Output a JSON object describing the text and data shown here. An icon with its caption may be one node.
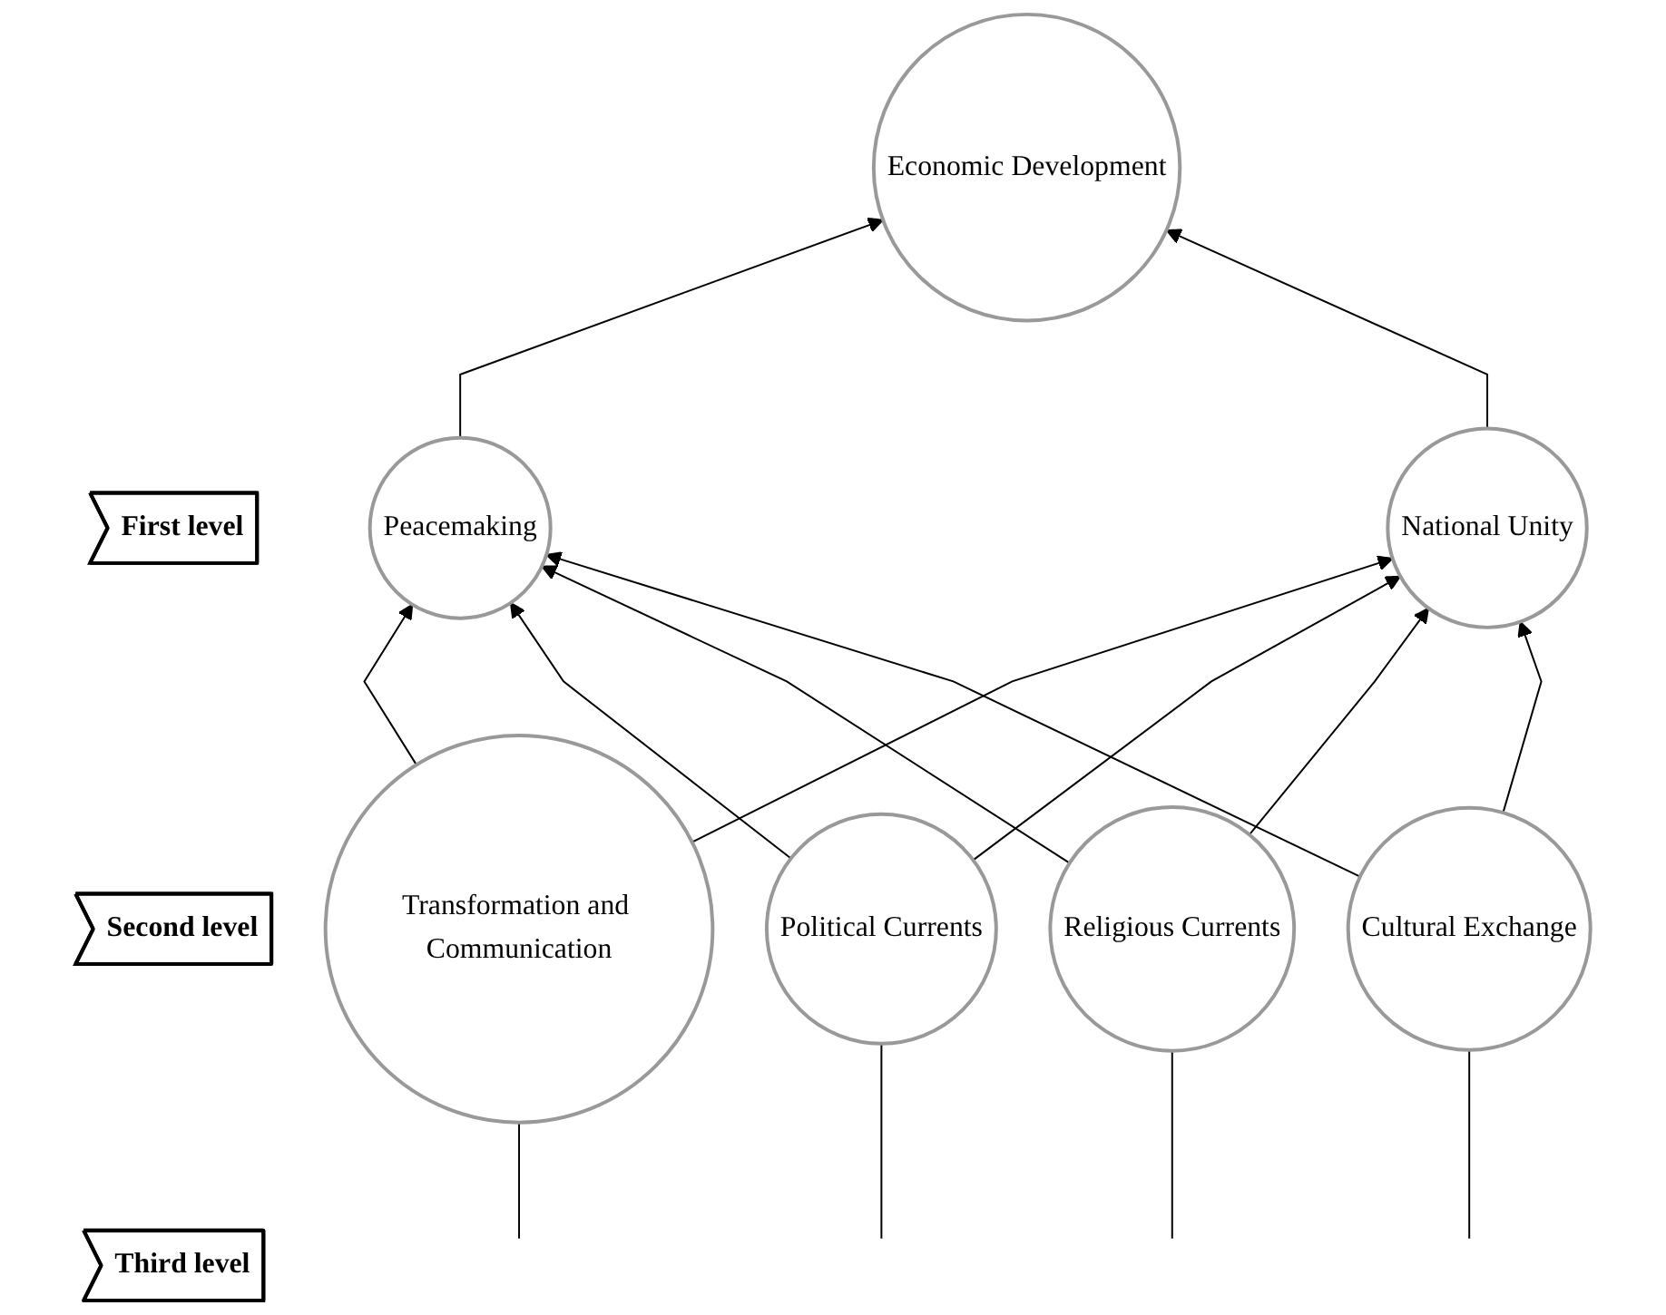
{
  "diagram": {
    "nodes": [
      {
        "text": [
          "First level"
        ]
      },
      {
        "text": [
          "Economic Development"
        ]
      },
      {
        "text": [
          "Second level"
        ]
      },
      {
        "text": [
          "Peacemaking"
        ]
      },
      {
        "text": [
          "National Unity"
        ]
      },
      {
        "text": [
          "Third level"
        ]
      },
      {
        "text": [
          "Transformation and Communication"
        ]
      },
      {
        "text": [
          "Political Currents"
        ]
      },
      {
        "text": [
          "Religious Currents"
        ]
      },
      {
        "text": [
          "Cultural Exchange"
        ]
      }
    ],
    "edges": [
      {
        "from": 3,
        "to": 1,
        "arrow": "to"
      },
      {
        "from": 4,
        "to": 1,
        "arrow": "to"
      },
      {
        "from": 6,
        "to": 3,
        "arrow": "to"
      },
      {
        "from": 7,
        "to": 3,
        "arrow": "to"
      },
      {
        "from": 8,
        "to": 3,
        "arrow": "to"
      },
      {
        "from": 9,
        "to": 3,
        "arrow": "to"
      },
      {
        "from": 6,
        "to": 4,
        "arrow": "to"
      },
      {
        "from": 7,
        "to": 4,
        "arrow": "to"
      },
      {
        "from": 8,
        "to": 4,
        "arrow": "to"
      },
      {
        "from": 9,
        "to": 4,
        "arrow": "to"
      },
      {
        "from": null,
        "to": 6,
        "arrow": "none"
      },
      {
        "from": null,
        "to": 7,
        "arrow": "none"
      },
      {
        "from": null,
        "to": 8,
        "arrow": "none"
      },
      {
        "from": null,
        "to": 9,
        "arrow": "none"
      }
    ]
  }
}
